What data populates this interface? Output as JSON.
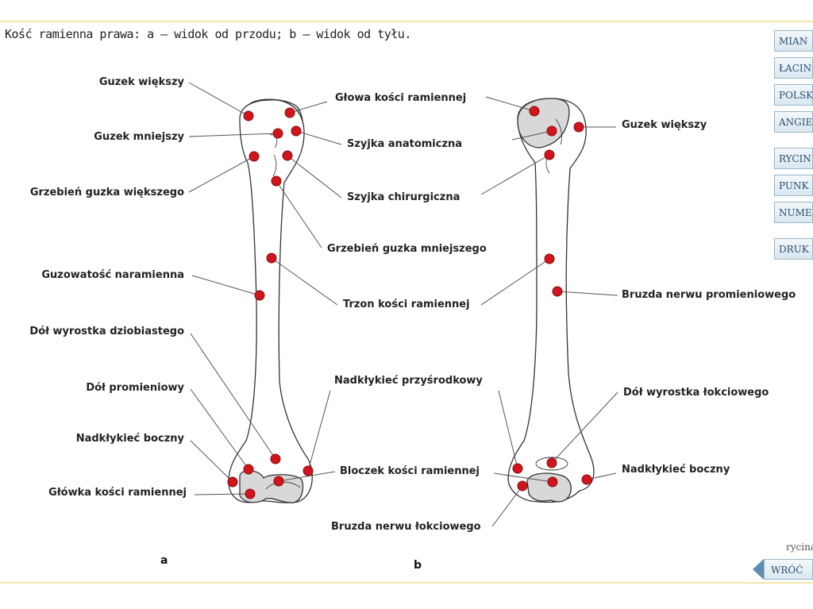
{
  "caption": "Kość ramienna prawa: a – widok od przodu; b – widok od tyłu.",
  "labels": {
    "guzek_wiekszy": "Guzek większy",
    "guzek_mniejszy": "Guzek mniejszy",
    "grzebien_guzka_wiekszego": "Grzebień guzka większego",
    "guzowatosc_naramienna": "Guzowatość naramienna",
    "dol_wyrostka_dziobiastego": "Dół wyrostka dziobiastego",
    "dol_promieniowy": "Dół promieniowy",
    "nadklykiec_boczny": "Nadkłykieć boczny",
    "glowka_kosci_ramiennej": "Główka kości ramiennej",
    "glowa_kosci_ramiennej": "Głowa kości ramiennej",
    "szyjka_anatomiczna": "Szyjka anatomiczna",
    "szyjka_chirurgiczna": "Szyjka chirurgiczna",
    "grzebien_guzka_mniejszego": "Grzebień guzka mniejszego",
    "trzon_kosci_ramiennej": "Trzon kości ramiennej",
    "nadklykiec_przysrodkowy": "Nadkłykieć przyśrodkowy",
    "bloczek_kosci_ramiennej": "Bloczek kości ramiennej",
    "bruzda_nerwu_lokciowego": "Bruzda nerwu łokciowego",
    "guzek_wiekszy_b": "Guzek większy",
    "bruzda_nerwu_promieniowego": "Bruzda nerwu promieniowego",
    "dol_wyrostka_lokciowego": "Dół wyrostka łokciowego",
    "nadklykiec_boczny_b": "Nadkłykieć boczny"
  },
  "subfig": {
    "a": "a",
    "b": "b"
  },
  "sidebar": [
    "MIAN",
    "ŁACIN",
    "POLSK",
    "ANGIE",
    "RYCIN",
    "PUNK",
    "NUME",
    "DRUK"
  ],
  "rycina": "rycina",
  "back": "WRÓĆ",
  "colors": {
    "marker": "#d0151c",
    "bone": "#ffffff",
    "cartilage": "#d8d8d8",
    "line": "#555555"
  }
}
